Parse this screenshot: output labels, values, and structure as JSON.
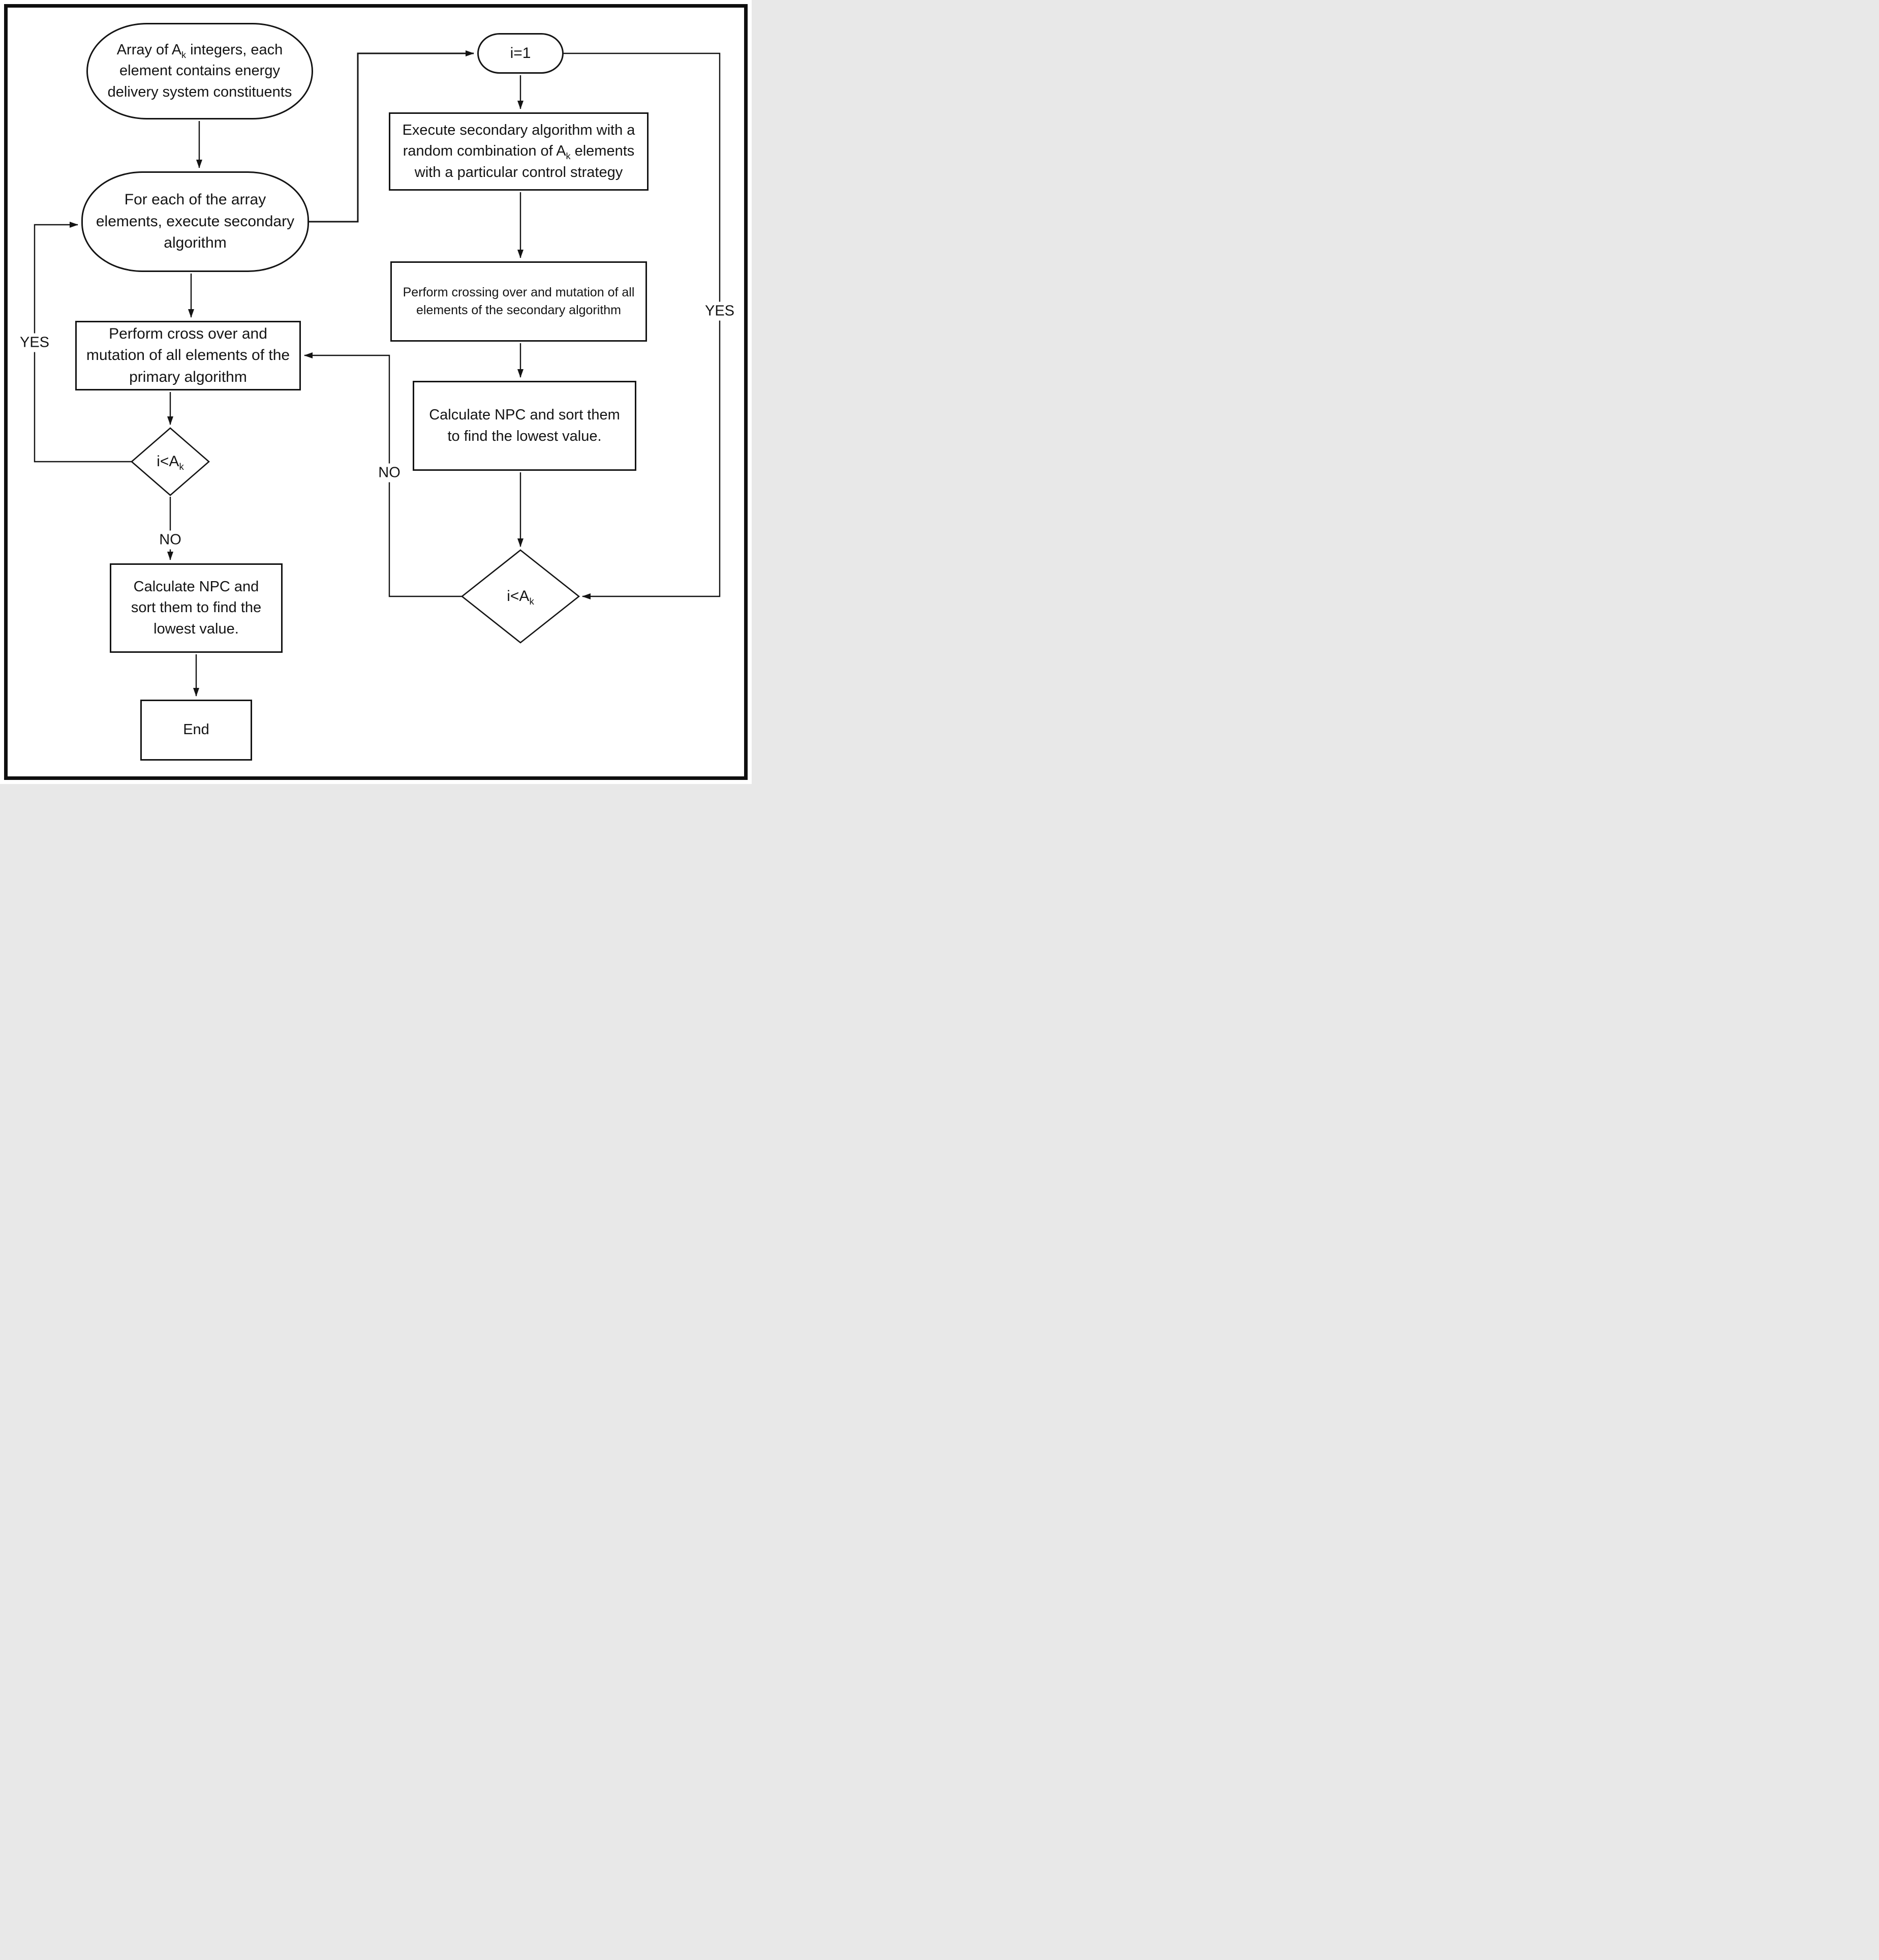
{
  "figure": {
    "type": "flowchart",
    "background": "#ffffff",
    "line_color": "#141414",
    "nodes": {
      "array_input": {
        "shape": "stadium",
        "t1": "Array of A",
        "sub": "k",
        "t2": "  integers, each element contains energy delivery system constituents"
      },
      "for_each": {
        "shape": "stadium",
        "text": "For each of the array elements, execute secondary algorithm"
      },
      "crossover_primary": {
        "shape": "rect",
        "text": "Perform cross over and mutation of all elements of the primary algorithm"
      },
      "decision_left": {
        "shape": "diamond",
        "t1": "i<A",
        "sub": "k"
      },
      "calc_npc_left": {
        "shape": "rect",
        "text": "Calculate NPC and sort them to find the lowest value."
      },
      "end": {
        "shape": "rect",
        "text": "End"
      },
      "init_i": {
        "shape": "stadium",
        "text": "i=1"
      },
      "exec_secondary": {
        "shape": "rect",
        "t1": "Execute secondary algorithm with a random combination of A",
        "sub": "k",
        "t2": "  elements with a particular control strategy"
      },
      "crossover_secondary": {
        "shape": "rect",
        "text": "Perform crossing over and mutation of all elements of the secondary algorithm"
      },
      "calc_npc_right": {
        "shape": "rect",
        "text": "Calculate NPC and sort them to find the lowest value."
      },
      "decision_right": {
        "shape": "diamond",
        "t1": "i<A",
        "sub": "k"
      }
    },
    "edge_labels": {
      "yes_left": "YES",
      "no_left": "NO",
      "yes_right": "YES",
      "no_right": "NO"
    }
  }
}
